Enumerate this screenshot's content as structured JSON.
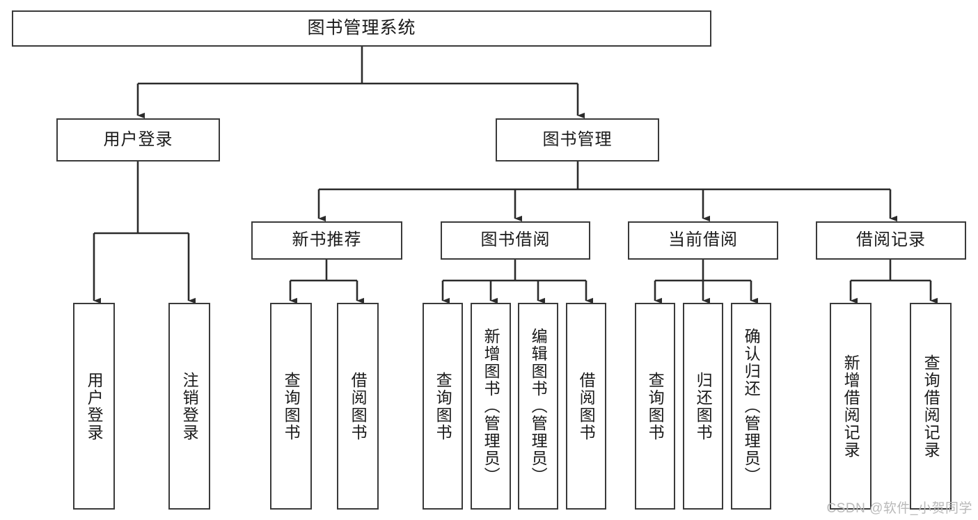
{
  "diagram": {
    "title": "图书管理系统",
    "type": "tree-hierarchy-diagram",
    "levels": 4,
    "colors": {
      "box_border": "#3a3a3a",
      "box_fill": "#ffffff",
      "connector": "#2b2b2b",
      "text": "#1a1a1a",
      "watermark": "#b9b9b9"
    },
    "root": {
      "label": "图书管理系统"
    },
    "level2": [
      {
        "id": "user-login",
        "label": "用户登录"
      },
      {
        "id": "book-management",
        "label": "图书管理"
      }
    ],
    "level3": [
      {
        "id": "new-book-recommend",
        "label": "新书推荐",
        "parent": "book-management"
      },
      {
        "id": "book-borrow",
        "label": "图书借阅",
        "parent": "book-management"
      },
      {
        "id": "current-borrow",
        "label": "当前借阅",
        "parent": "book-management"
      },
      {
        "id": "borrow-record",
        "label": "借阅记录",
        "parent": "book-management"
      }
    ],
    "leaves": {
      "user-login": [
        {
          "id": "leaf-user-login",
          "label": "用户登录"
        },
        {
          "id": "leaf-logout",
          "label": "注销登录"
        }
      ],
      "new-book-recommend": [
        {
          "id": "leaf-query-book-1",
          "label": "查询图书"
        },
        {
          "id": "leaf-borrow-book-1",
          "label": "借阅图书"
        }
      ],
      "book-borrow": [
        {
          "id": "leaf-query-book-2",
          "label": "查询图书"
        },
        {
          "id": "leaf-add-book",
          "label": "新增图书（管理员）"
        },
        {
          "id": "leaf-edit-book",
          "label": "编辑图书（管理员）"
        },
        {
          "id": "leaf-borrow-book-2",
          "label": "借阅图书"
        }
      ],
      "current-borrow": [
        {
          "id": "leaf-query-book-3",
          "label": "查询图书"
        },
        {
          "id": "leaf-return-book",
          "label": "归还图书"
        },
        {
          "id": "leaf-confirm-return",
          "label": "确认归还（管理员）"
        }
      ],
      "borrow-record": [
        {
          "id": "leaf-add-record",
          "label": "新增借阅记录"
        },
        {
          "id": "leaf-query-record",
          "label": "查询借阅记录"
        }
      ]
    },
    "watermark": "CSDN @软件_小贺同学"
  }
}
